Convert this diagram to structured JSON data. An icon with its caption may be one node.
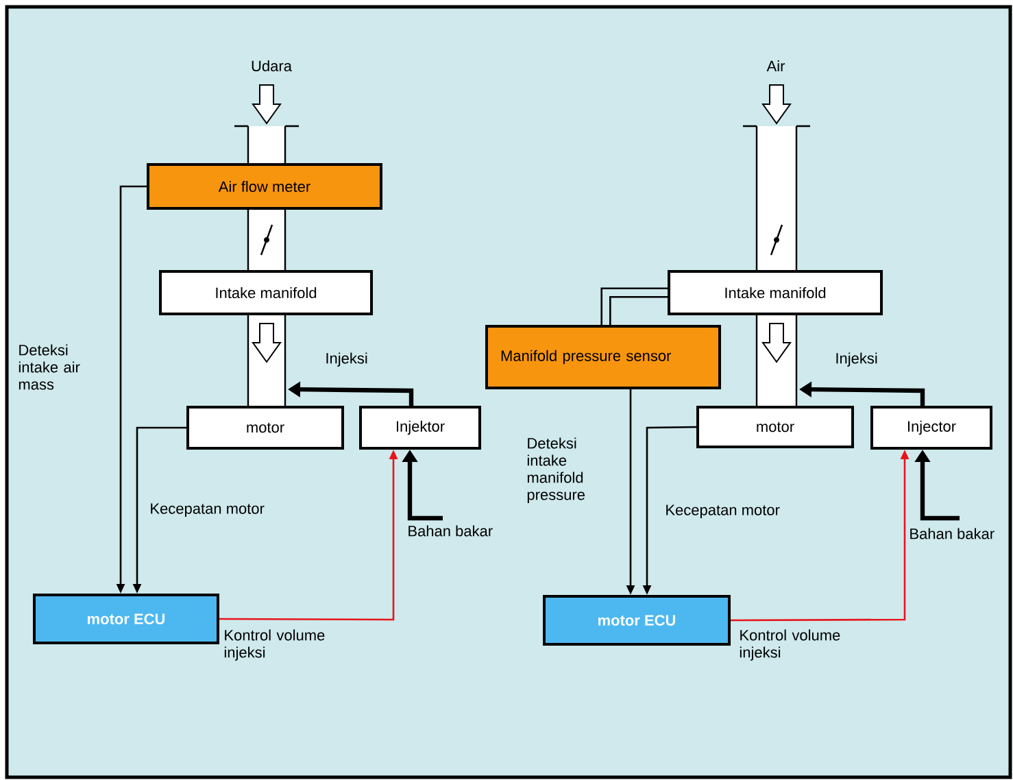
{
  "diagram": {
    "nodes": [
      {
        "text": [
          "Air flow meter"
        ]
      },
      {
        "text": [
          "Intake manifold"
        ]
      },
      {
        "text": [
          "motor"
        ]
      },
      {
        "text": [
          "Injektor"
        ]
      },
      {
        "text": [
          "motor ECU"
        ]
      },
      {
        "text": [
          "Intake manifold"
        ]
      },
      {
        "text": [
          "Manifold pressure sensor"
        ]
      },
      {
        "text": [
          "motor"
        ]
      },
      {
        "text": [
          "Injector"
        ]
      },
      {
        "text": [
          "motor ECU"
        ]
      }
    ],
    "edges": [
      {
        "from": 0,
        "to": 4,
        "arrow": "to",
        "label": "Deteksi intake air mass"
      },
      {
        "from": 2,
        "to": 4,
        "arrow": "to",
        "label": "Kecepatan motor"
      },
      {
        "from": 3,
        "to": 2,
        "arrow": "to",
        "style": "thick",
        "label": "Injeksi"
      },
      {
        "from": 4,
        "to": 3,
        "arrow": "to",
        "color": "#e8141b",
        "label": "Kontrol volume injeksi"
      },
      {
        "from": null,
        "to": 3,
        "arrow": "to",
        "style": "thick",
        "label": "Bahan bakar"
      },
      {
        "from": 5,
        "to": 6,
        "arrow": "none",
        "style": "thick"
      },
      {
        "from": 6,
        "to": 9,
        "arrow": "to",
        "label": "Deteksi intake manifold pressure"
      },
      {
        "from": 7,
        "to": 9,
        "arrow": "to",
        "label": "Kecepatan motor"
      },
      {
        "from": 8,
        "to": 7,
        "arrow": "to",
        "style": "thick",
        "label": "Injeksi"
      },
      {
        "from": 9,
        "to": 8,
        "arrow": "to",
        "color": "#e8141b",
        "label": "Kontrol volume injeksi"
      },
      {
        "from": null,
        "to": 8,
        "arrow": "to",
        "style": "thick",
        "label": "Bahan bakar"
      }
    ],
    "labels": [
      "Udara",
      "Air"
    ]
  }
}
